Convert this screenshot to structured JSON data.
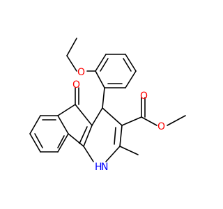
{
  "molecule": {
    "atoms": {
      "O_ketone": {
        "label": "O",
        "color": "#ff0000"
      },
      "O_ether": {
        "label": "O",
        "color": "#ff0000"
      },
      "O_carbonyl": {
        "label": "O",
        "color": "#ff0000"
      },
      "O_ester": {
        "label": "O",
        "color": "#ff0000"
      },
      "NH": {
        "label": "H",
        "color": "#0000ff"
      },
      "N": {
        "label": "N",
        "color": "#0000ff"
      }
    },
    "bond_color": "#000000"
  }
}
